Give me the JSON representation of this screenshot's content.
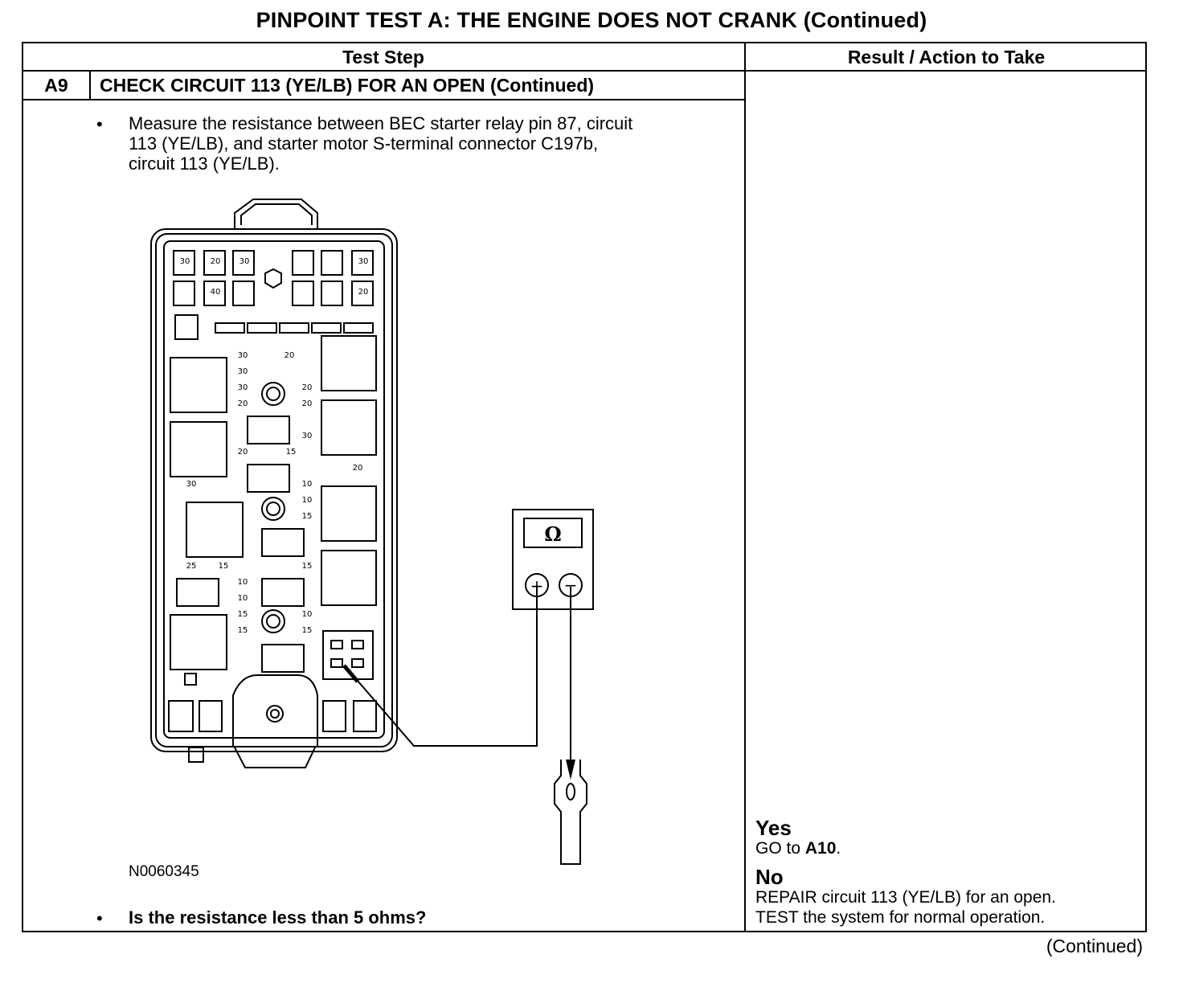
{
  "title": "PINPOINT TEST A: THE ENGINE DOES NOT CRANK (Continued)",
  "table": {
    "col_test_step": "Test Step",
    "col_result": "Result / Action to Take",
    "step_id": "A9",
    "step_title": "CHECK CIRCUIT 113 (YE/LB) FOR AN OPEN (Continued)"
  },
  "instructions": {
    "bullet": "•",
    "line1": "Measure the resistance between BEC starter relay pin 87, circuit",
    "line2": "113 (YE/LB), and starter motor S-terminal connector C197b,",
    "line3": "circuit 113 (YE/LB).",
    "question": "Is the resistance less than 5 ohms?"
  },
  "figure": {
    "id": "N0060345",
    "meter_symbol": "Ω",
    "plus": "+",
    "minus": "−",
    "fuse_labels": [
      "30",
      "30",
      "30",
      "20",
      "20",
      "20",
      "20",
      "30",
      "20",
      "15",
      "20",
      "30",
      "10",
      "10",
      "15",
      "25",
      "15",
      "15",
      "10",
      "10",
      "15",
      "10",
      "15",
      "15",
      "30",
      "20",
      "40",
      "30",
      "30",
      "20"
    ]
  },
  "results": {
    "yes_label": "Yes",
    "yes_prefix": "GO to ",
    "yes_target": "A10",
    "yes_suffix": ".",
    "no_label": "No",
    "no_line1": "REPAIR circuit 113 (YE/LB) for an open.",
    "no_line2": "TEST the system for normal operation."
  },
  "footer": "(Continued)"
}
